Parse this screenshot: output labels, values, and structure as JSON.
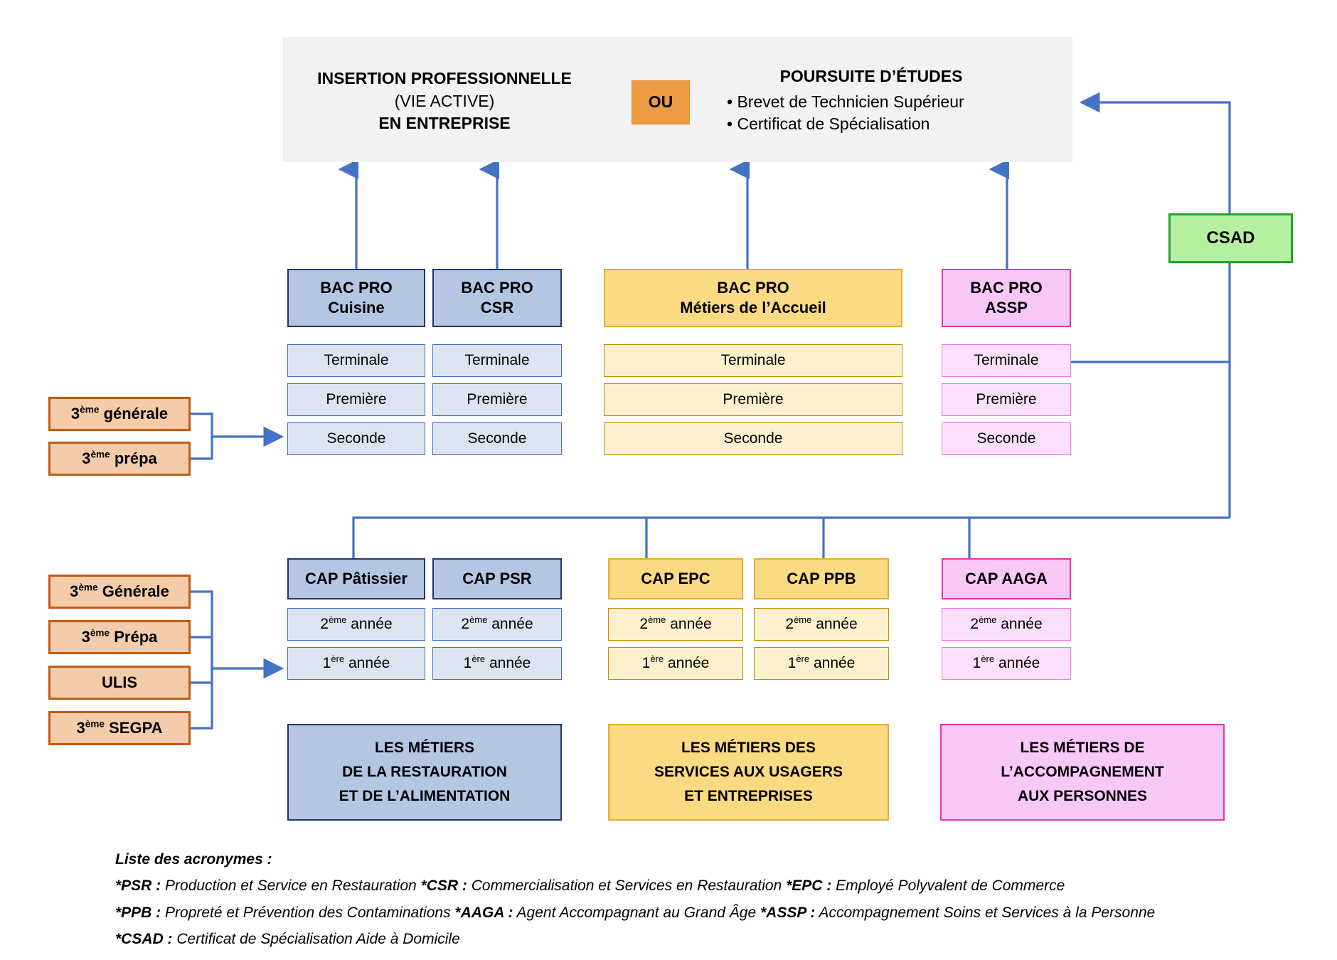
{
  "banner": {
    "left_line1": "INSERTION PROFESSIONNELLE",
    "left_line2": "(VIE ACTIVE)",
    "left_line3": "EN ENTREPRISE",
    "connector": "OU",
    "right_title": "POURSUITE D’ÉTUDES",
    "right_items": [
      "Brevet de Technicien Supérieur",
      "Certificat de Spécialisation"
    ]
  },
  "csad": {
    "label": "CSAD"
  },
  "levels": {
    "terminale": "Terminale",
    "premiere": "Première",
    "seconde": "Seconde",
    "annee2_prefix": "2",
    "annee2_sup": "ème",
    "annee2_suffix": " année",
    "annee1_prefix": "1",
    "annee1_sup": "ère",
    "annee1_suffix": " année"
  },
  "bacpro": [
    {
      "title_line1": "BAC PRO",
      "title_line2": "Cuisine",
      "theme": "blue"
    },
    {
      "title_line1": "BAC PRO",
      "title_line2": "CSR",
      "theme": "blue"
    },
    {
      "title_line1": "BAC PRO",
      "title_line2": "Métiers de l’Accueil",
      "theme": "yellow"
    },
    {
      "title_line1": "BAC PRO",
      "title_line2": "ASSP",
      "theme": "pink"
    }
  ],
  "cap": [
    {
      "title": "CAP Pâtissier",
      "theme": "blue"
    },
    {
      "title": "CAP PSR",
      "theme": "blue"
    },
    {
      "title": "CAP EPC",
      "theme": "yellow"
    },
    {
      "title": "CAP PPB",
      "theme": "yellow"
    },
    {
      "title": "CAP AAGA",
      "theme": "pink"
    }
  ],
  "entries_top": [
    {
      "prefix": "3",
      "sup": "ème",
      "rest": " générale"
    },
    {
      "prefix": "3",
      "sup": "ème",
      "rest": " prépa"
    }
  ],
  "entries_bottom": [
    {
      "prefix": "3",
      "sup": "ème",
      "rest": " Générale"
    },
    {
      "prefix": "3",
      "sup": "ème",
      "rest": " Prépa"
    },
    {
      "prefix": "",
      "sup": "",
      "rest": "ULIS"
    },
    {
      "prefix": "3",
      "sup": "ème",
      "rest": " SEGPA"
    }
  ],
  "families": [
    {
      "lines": [
        "LES MÉTIERS",
        "DE LA RESTAURATION",
        "ET DE L’ALIMENTATION"
      ],
      "theme": "blue"
    },
    {
      "lines": [
        "LES MÉTIERS DES",
        "SERVICES AUX USAGERS",
        "ET ENTREPRISES"
      ],
      "theme": "yellow"
    },
    {
      "lines": [
        "LES MÉTIERS DE",
        "L’ACCOMPAGNEMENT",
        "AUX PERSONNES"
      ],
      "theme": "pink"
    }
  ],
  "footer": {
    "title": "Liste des acronymes :",
    "lines": [
      [
        {
          "b": "*PSR :",
          "t": " Production et Service en Restauration  "
        },
        {
          "b": "*CSR :",
          "t": " Commercialisation et Services en Restauration  "
        },
        {
          "b": "*EPC :",
          "t": " Employé Polyvalent de Commerce"
        }
      ],
      [
        {
          "b": "*PPB :",
          "t": " Propreté et Prévention des Contaminations  "
        },
        {
          "b": "*AAGA :",
          "t": " Agent Accompagnant au Grand Âge  "
        },
        {
          "b": "*ASSP :",
          "t": " Accompagnement Soins et Services à la Personne"
        }
      ],
      [
        {
          "b": "*CSAD :",
          "t": " Certificat de Spécialisation Aide à Domicile"
        }
      ]
    ]
  },
  "colors": {
    "banner_bg": "#f2f2f2",
    "or_badge": "#ed9b40",
    "blue_header": "#b4c6e4",
    "blue_border": "#1f3864",
    "yellow_header": "#fbda83",
    "yellow_border": "#e5ae2e",
    "pink_header": "#f9c8f6",
    "pink_border": "#e832b0",
    "entry_bg": "#f4ccaa",
    "entry_border": "#c55a11",
    "csad_bg": "#b5f0a0",
    "csad_border": "#28a428",
    "wire": "#4472c4"
  }
}
